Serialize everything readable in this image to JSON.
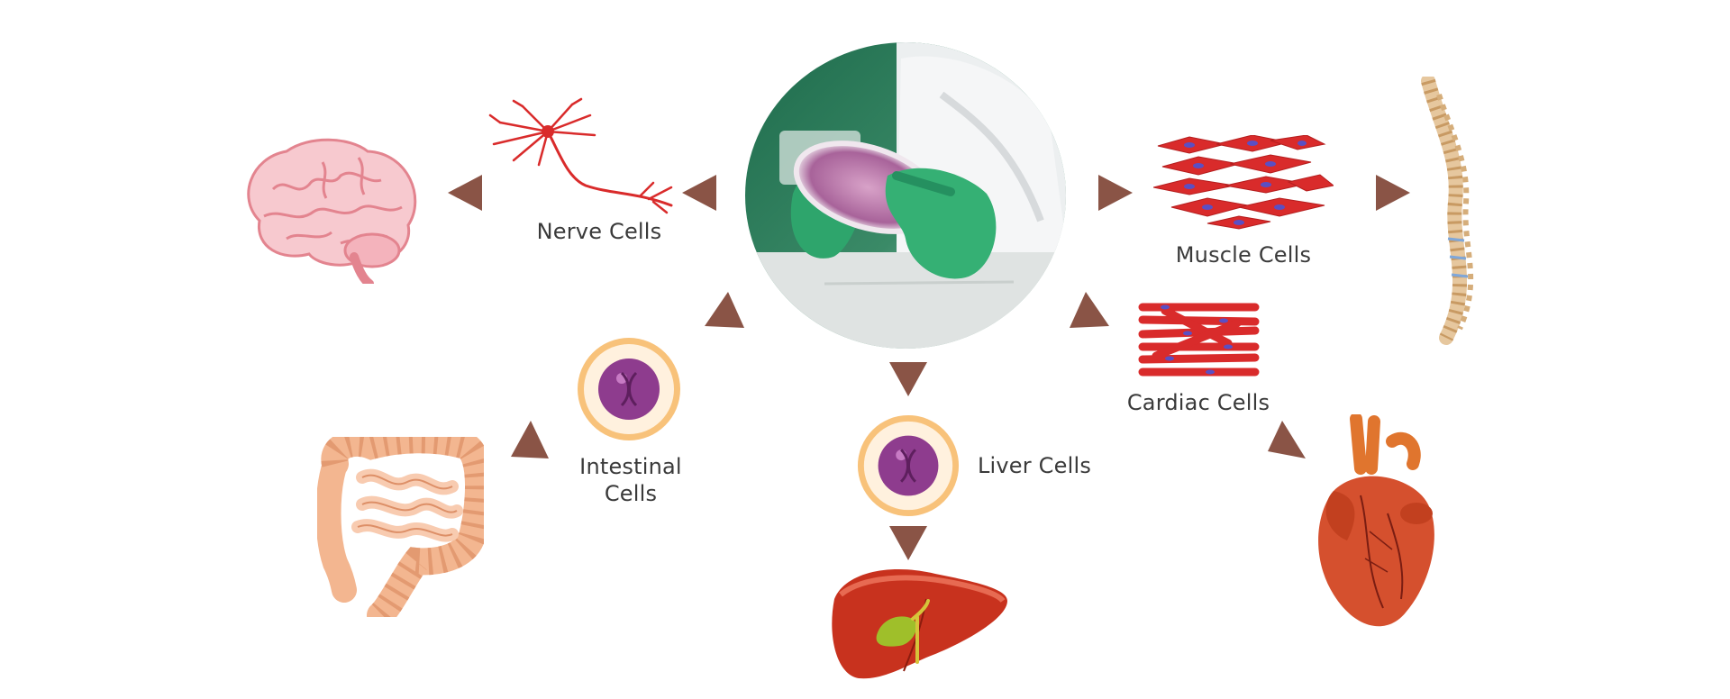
{
  "labels": {
    "nerve": "Nerve Cells",
    "muscle": "Muscle Cells",
    "cardiac": "Cardiac Cells",
    "intestinal_line1": "Intestinal",
    "intestinal_line2": "Cells",
    "liver": "Liver Cells"
  },
  "colors": {
    "arrow": "#8a5446",
    "label_text": "#3a3a3a",
    "muscle_cell": "#d92b2b",
    "cell_nucleus": "#8e3c8e",
    "cell_body": "#f7c46f"
  },
  "icons": [
    "brain-icon",
    "neuron-icon",
    "petri-dish-photo",
    "muscle-cells-icon",
    "spine-icon",
    "cardiac-cells-icon",
    "heart-icon",
    "stem-cell-icon",
    "liver-icon",
    "intestine-icon"
  ]
}
